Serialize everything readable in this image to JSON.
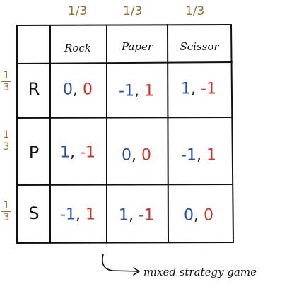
{
  "column_probabilities": [
    "1/3",
    "1/3",
    "1/3"
  ],
  "row_probabilities": [
    {
      "num": "1",
      "den": "3"
    },
    {
      "num": "1",
      "den": "3"
    },
    {
      "num": "1",
      "den": "3"
    }
  ],
  "columns": [
    "Rock",
    "Paper",
    "Scissor"
  ],
  "rows": [
    "R",
    "P",
    "S"
  ],
  "payoffs": [
    [
      {
        "a": "0",
        "b": "0"
      },
      {
        "a": "-1",
        "b": "1"
      },
      {
        "a": "1",
        "b": "-1"
      }
    ],
    [
      {
        "a": "1",
        "b": "-1"
      },
      {
        "a": "0",
        "b": "0"
      },
      {
        "a": "-1",
        "b": "1"
      }
    ],
    [
      {
        "a": "-1",
        "b": "1"
      },
      {
        "a": "1",
        "b": "-1"
      },
      {
        "a": "0",
        "b": "0"
      }
    ]
  ],
  "caption": "mixed strategy game",
  "colors": {
    "player1": "#2a4fb3",
    "player2": "#d2332b",
    "probability": "#9a6b2e",
    "ink": "#111111"
  }
}
